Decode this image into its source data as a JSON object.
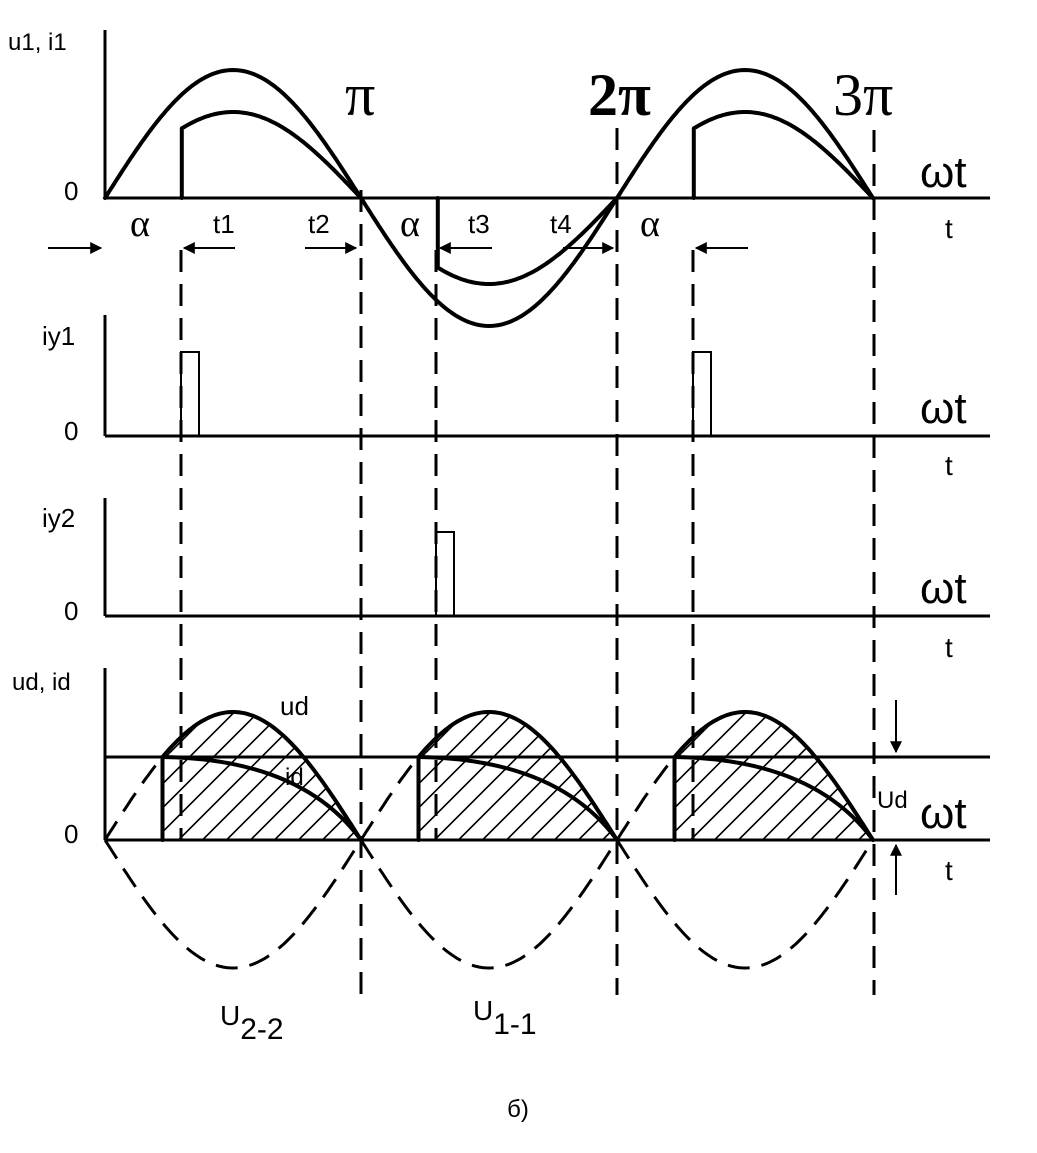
{
  "caption": "б)",
  "panel_top": {
    "ylabel": "u1, i1",
    "zero": "0",
    "axis_label_wt": "ωt",
    "axis_label_t": "t",
    "pi_labels": [
      "π",
      "2π",
      "3π"
    ],
    "alpha": "α",
    "interval_labels": [
      "t1",
      "t2",
      "t3",
      "t4"
    ]
  },
  "panel_iy1": {
    "ylabel": "iy1",
    "zero": "0",
    "axis_label_wt": "ωt",
    "axis_label_t": "t"
  },
  "panel_iy2": {
    "ylabel": "iy2",
    "zero": "0",
    "axis_label_wt": "ωt",
    "axis_label_t": "t"
  },
  "panel_ud": {
    "ylabel": "ud, id",
    "zero": "0",
    "axis_label_wt": "ωt",
    "axis_label_t": "t",
    "curve_ud": "ud",
    "curve_id": "id",
    "mean_label": "Ud",
    "sub_u22_main": "U",
    "sub_u22_sub": "2-2",
    "sub_u11_main": "U",
    "sub_u11_sub": "1-1"
  },
  "colors": {
    "ink": "#000000",
    "background": "#ffffff"
  }
}
